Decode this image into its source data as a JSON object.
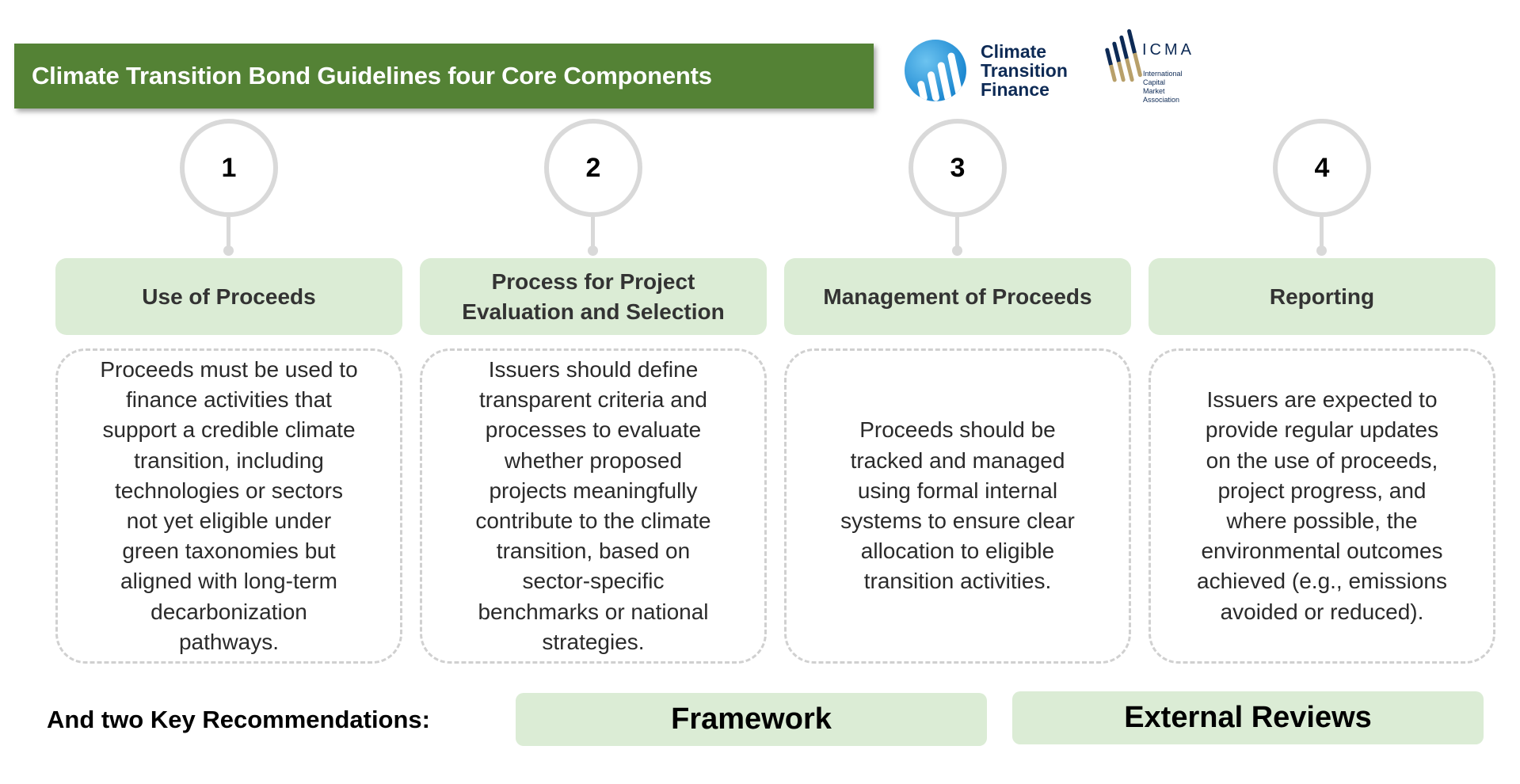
{
  "title": "Climate Transition Bond Guidelines four Core Components",
  "logos": {
    "ctf": [
      "Climate",
      "Transition",
      "Finance"
    ],
    "icma": {
      "name": "ICMA",
      "subtitle": [
        "International",
        "Capital",
        "Market",
        "Association"
      ]
    }
  },
  "components": [
    {
      "number": "1",
      "title": "Use of Proceeds",
      "description": "Proceeds must be used to\nfinance activities that\nsupport a credible climate\ntransition, including\ntechnologies or sectors\nnot yet eligible under\ngreen taxonomies but\naligned with long-term\ndecarbonization\npathways."
    },
    {
      "number": "2",
      "title": "Process for Project\nEvaluation and Selection",
      "description": "Issuers should define\ntransparent criteria and\nprocesses to evaluate\nwhether proposed\nprojects meaningfully\ncontribute to the climate\ntransition, based on\nsector-specific\nbenchmarks or national\nstrategies."
    },
    {
      "number": "3",
      "title": "Management of Proceeds",
      "description": "Proceeds should be\ntracked and managed\nusing formal internal\nsystems to ensure clear\nallocation to eligible\ntransition activities."
    },
    {
      "number": "4",
      "title": "Reporting",
      "description": "Issuers are expected to\nprovide regular updates\non the use of proceeds,\nproject progress, and\nwhere possible, the\nenvironmental outcomes\nachieved (e.g., emissions\navoided or reduced)."
    }
  ],
  "recommendations": {
    "label": "And two Key Recommendations:",
    "items": [
      "Framework",
      "External Reviews"
    ]
  },
  "colors": {
    "title_bg": "#548235",
    "box_fill": "#dbecd5",
    "ring": "#d9d9d9"
  }
}
